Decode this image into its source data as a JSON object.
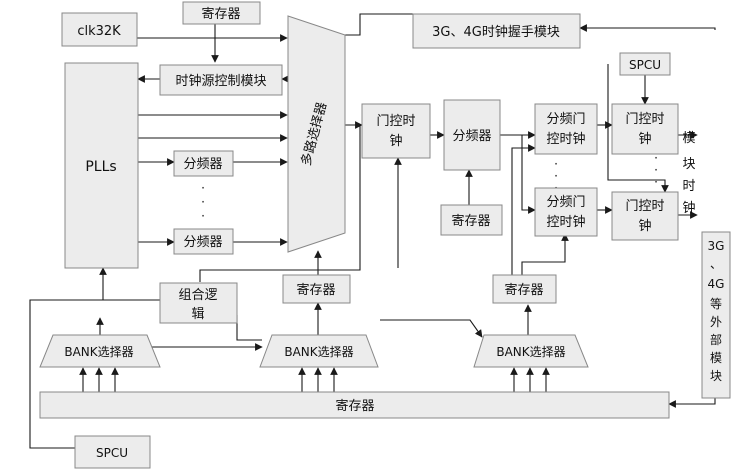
{
  "blocks": {
    "clk32k": "clk32K",
    "reg_top": "寄存器",
    "clk_src_ctrl": "时钟源控制模块",
    "plls": "PLLs",
    "div_a": "分频器",
    "div_b": "分频器",
    "mux": "多路选择器",
    "handshake": "3G、4G时钟握手模块",
    "gate_1": [
      "门控时",
      "钟"
    ],
    "divider_mid": "分频器",
    "reg_mid_divider": "寄存器",
    "div_gate_1": [
      "分频门",
      "控时钟"
    ],
    "div_gate_2": [
      "分频门",
      "控时钟"
    ],
    "spcu_top": "SPCU",
    "gate_out_1": [
      "门控时",
      "钟"
    ],
    "gate_out_2": [
      "门控时",
      "钟"
    ],
    "module_clock": [
      "模",
      "块",
      "时",
      "钟"
    ],
    "ext_module": [
      "3G",
      "、",
      "4G",
      "等",
      "外",
      "部",
      "模",
      "块"
    ],
    "comb_logic": [
      "组合逻",
      "辑"
    ],
    "reg_mux_bottom": "寄存器",
    "reg_right_bottom": "寄存器",
    "bank_1": "BANK选择器",
    "bank_2": "BANK选择器",
    "bank_3": "BANK选择器",
    "reg_bottom_bar": "寄存器",
    "spcu_bottom": "SPCU"
  },
  "dots": "·"
}
